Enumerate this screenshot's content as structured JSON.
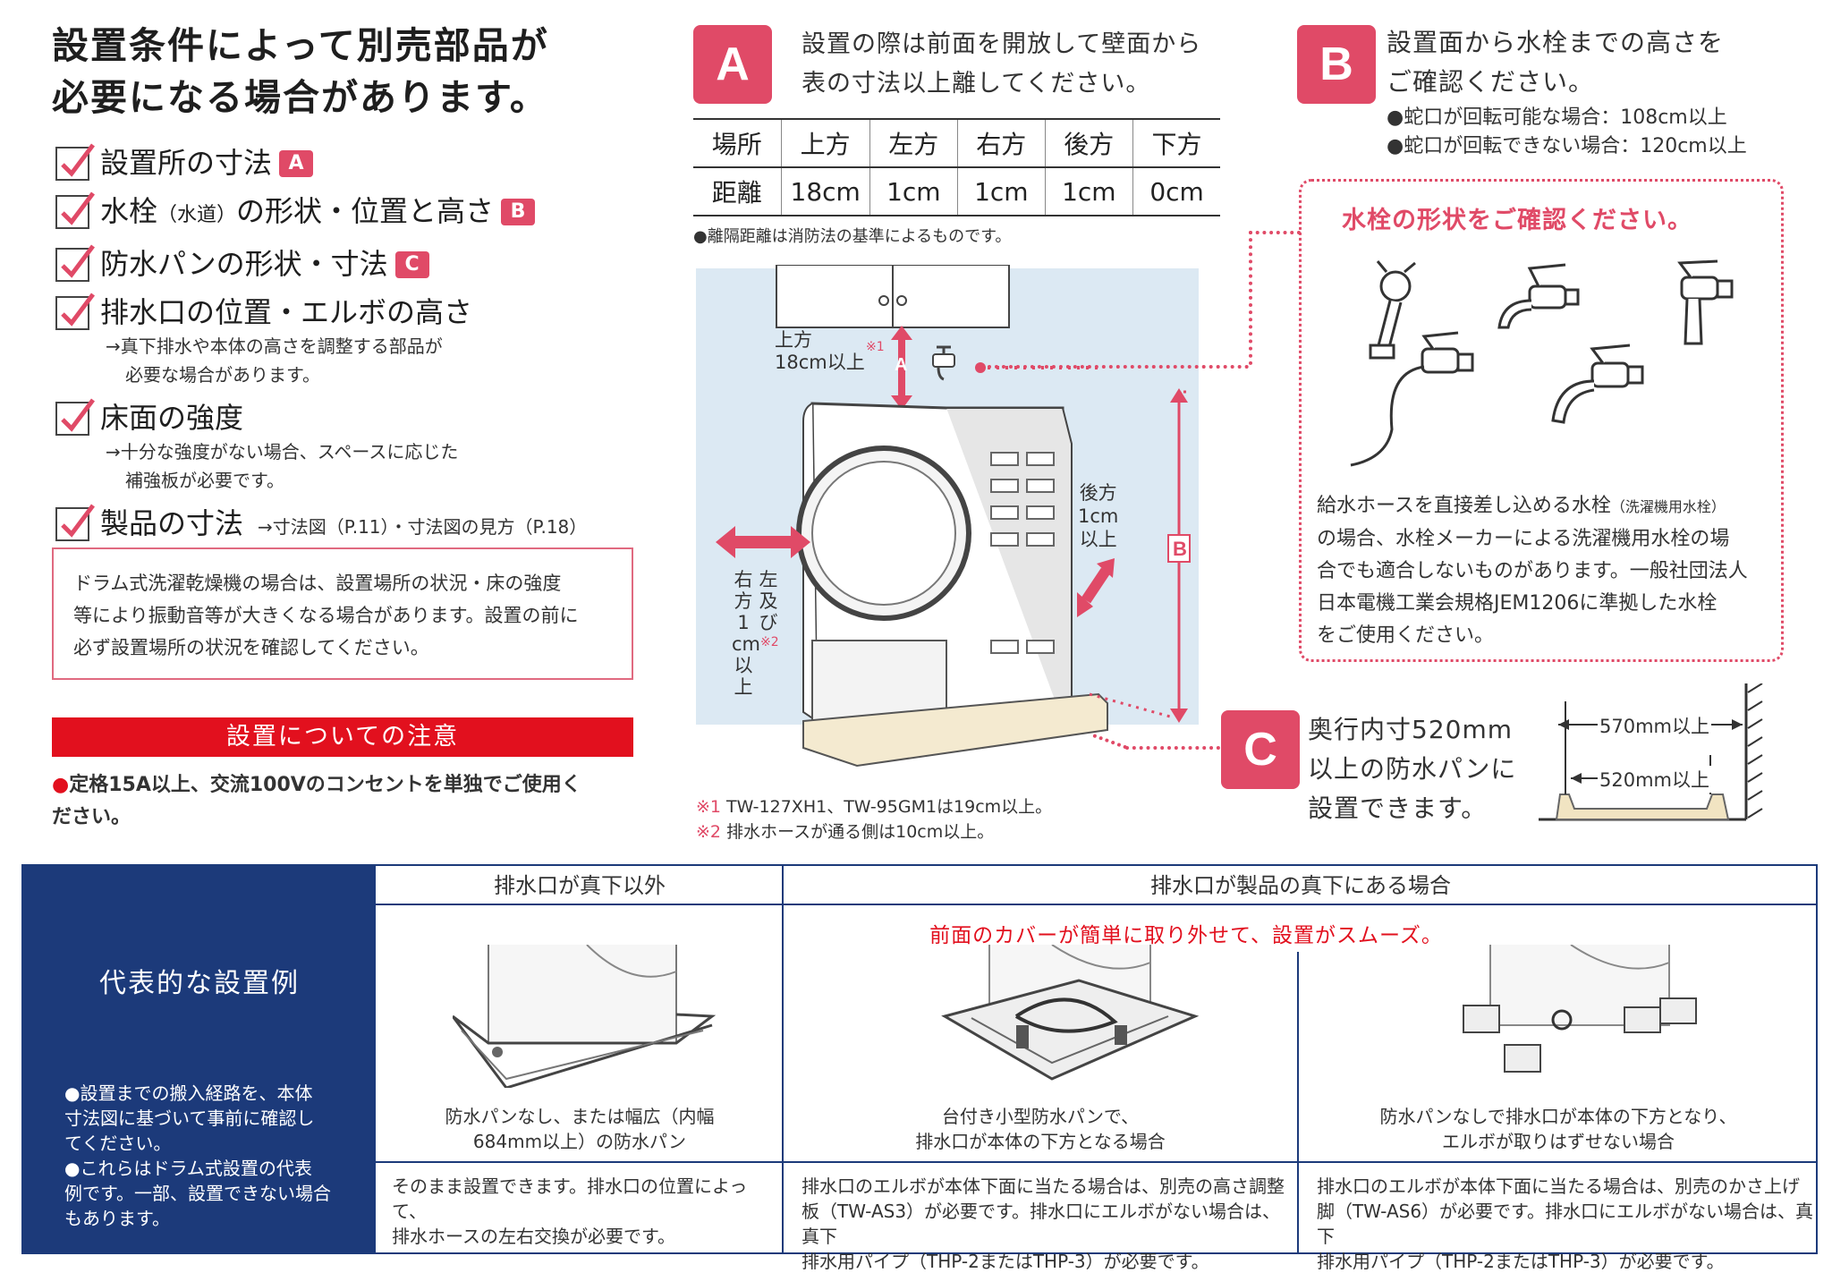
{
  "title": [
    "設置条件によって別売部品が",
    "必要になる場合があります。"
  ],
  "checklist": [
    {
      "label": "設置所の寸法",
      "badge": "A"
    },
    {
      "label_a": "水栓",
      "label_small": "（水道）",
      "label_b": "の形状・位置と高さ",
      "badge": "B"
    },
    {
      "label": "防水パンの形状・寸法",
      "badge": "C"
    },
    {
      "label": "排水口の位置・エルボの高さ",
      "sub1": "→真下排水や本体の高さを調整する部品が",
      "sub2": "必要な場合があります。"
    },
    {
      "label": "床面の強度",
      "sub1": "→十分な強度がない場合、スペースに応じた",
      "sub2": "補強板が必要です。"
    },
    {
      "label": "製品の寸法",
      "ref": "→寸法図（P.11）・寸法図の見方（P.18）"
    }
  ],
  "warning": [
    "ドラム式洗濯乾燥機の場合は、設置場所の状況・床の強度",
    "等により振動音等が大きくなる場合があります。設置の前に",
    "必ず設置場所の状況を確認してください。"
  ],
  "notice": {
    "bar": "設置についての注意",
    "bullet": "●",
    "text1": "定格15A以上、交流100Vのコンセントを単独でご使用く",
    "text2": "ださい。"
  },
  "sectionA": {
    "badge": "A",
    "text": [
      "設置の際は前面を開放して壁面から",
      "表の寸法以上離してください。"
    ],
    "table": {
      "headers": [
        "場所",
        "上方",
        "左方",
        "右方",
        "後方",
        "下方"
      ],
      "values": [
        "距離",
        "18cm",
        "1cm",
        "1cm",
        "1cm",
        "0cm"
      ]
    },
    "note": "●離隔距離は消防法の基準によるものです。"
  },
  "sectionB": {
    "badge": "B",
    "text": [
      "設置面から水栓までの高さを",
      "ご確認ください。"
    ],
    "notes": [
      "●蛇口が回転可能な場合：108cm以上",
      "●蛇口が回転できない場合：120cm以上"
    ],
    "faucet_title": "水栓の形状をご確認ください。",
    "faucet_note": [
      "給水ホースを直接差し込める水栓",
      "（洗濯機用水栓）",
      "の場合、水栓メーカーによる洗濯機用水栓の場",
      "合でも適合しないものがあります。一般社団法人",
      "日本電機工業会規格JEM1206に準拠した水栓",
      "をご使用ください。"
    ]
  },
  "sectionC": {
    "badge": "C",
    "text": [
      "奥行内寸520mm",
      "以上の防水パンに",
      "設置できます。"
    ],
    "dim1": "570mm以上",
    "dim2": "520mm以上"
  },
  "diagram": {
    "top_label": [
      "上方",
      "18cm以上"
    ],
    "top_mark": "※1",
    "rear_label": [
      "後方",
      "1cm",
      "以上"
    ],
    "side_label_a": [
      "左",
      "及",
      "び"
    ],
    "side_label_b": [
      "右",
      "方",
      "1",
      "cm"
    ],
    "side_mark": "※2",
    "side_label_c": "以上",
    "arrow_a": "A",
    "arrow_b": "B"
  },
  "footnotes": [
    {
      "mark": "※1",
      "text": " TW-127XH1、TW-95GM1は19cm以上。"
    },
    {
      "mark": "※2",
      "text": " 排水ホースが通る側は10cm以上。"
    }
  ],
  "bottom": {
    "side_title": "代表的な設置例",
    "side_note": [
      "●設置までの搬入経路を、本体",
      "寸法図に基づいて事前に確認し",
      "てください。",
      "●これらはドラム式設置の代表",
      "例です。一部、設置できない場合",
      "もあります。"
    ],
    "header1": "排水口が真下以外",
    "header2": "排水口が製品の真下にある場合",
    "red_line": "前面のカバーが簡単に取り外せて、設置がスムーズ。",
    "cap1": [
      "防水パンなし、または幅広（内幅",
      "684mm以上）の防水パン"
    ],
    "cap2": [
      "台付き小型防水パンで、",
      "排水口が本体の下方となる場合"
    ],
    "cap3": [
      "防水パンなしで排水口が本体の下方となり、",
      "エルボが取りはずせない場合"
    ],
    "desc1": [
      "そのまま設置できます。排水口の位置によって、",
      "排水ホースの左右交換が必要です。"
    ],
    "desc2": [
      "排水口のエルボが本体下面に当たる場合は、別売の高さ調整",
      "板（TW-AS3）が必要です。排水口にエルボがない場合は、真下",
      "排水用パイプ（THP-2またはTHP-3）が必要です。"
    ],
    "desc3": [
      "排水口のエルボが本体下面に当たる場合は、別売のかさ上げ",
      "脚（TW-AS6）が必要です。排水口にエルボがない場合は、真下",
      "排水用パイプ（THP-2またはTHP-3）が必要です。"
    ]
  },
  "colors": {
    "accent": "#e04a67",
    "red": "#e2101e",
    "navy": "#1c3a7a"
  }
}
